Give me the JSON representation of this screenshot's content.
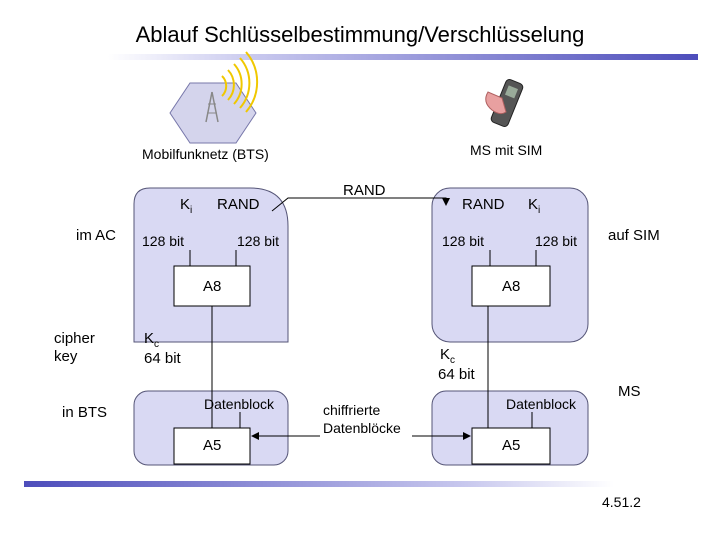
{
  "title": "Ablauf Schlüsselbestimmung/Verschlüsselung",
  "network": {
    "label": "Mobilfunknetz (BTS)"
  },
  "mobile": {
    "label": "MS mit SIM"
  },
  "network_side": {
    "ki": "K",
    "ki_sub": "i",
    "rand": "RAND",
    "bits_left": "128 bit",
    "bits_right": "128 bit",
    "algo_a8": "A8",
    "kc": "K",
    "kc_sub": "c",
    "kc_bits": "64 bit",
    "datablock": "Datenblock",
    "algo_a5": "A5"
  },
  "mobile_side": {
    "rand": "RAND",
    "ki": "K",
    "ki_sub": "i",
    "bits_left": "128 bit",
    "bits_right": "128 bit",
    "algo_a8": "A8",
    "kc": "K",
    "kc_sub": "c",
    "kc_bits": "64 bit",
    "datablock": "Datenblock",
    "algo_a5": "A5"
  },
  "transfer_rand": "RAND",
  "encrypted": {
    "line1": "chiffrierte",
    "line2": "Datenblöcke"
  },
  "side_labels": {
    "im_ac": "im AC",
    "cipher_line1": "cipher",
    "cipher_line2": "key",
    "in_bts": "in BTS",
    "auf_sim": "auf SIM",
    "ms": "MS"
  },
  "slide_number": "4.51.2",
  "colors": {
    "box_fill": "#d9d9f3",
    "box_stroke": "#555577",
    "bar_dark": "#4d4dbb",
    "bar_light": "#e8e8f8",
    "signal": "#f0c800"
  },
  "icons": {
    "tower": "radio-tower-icon",
    "phone": "mobile-phone-icon"
  }
}
